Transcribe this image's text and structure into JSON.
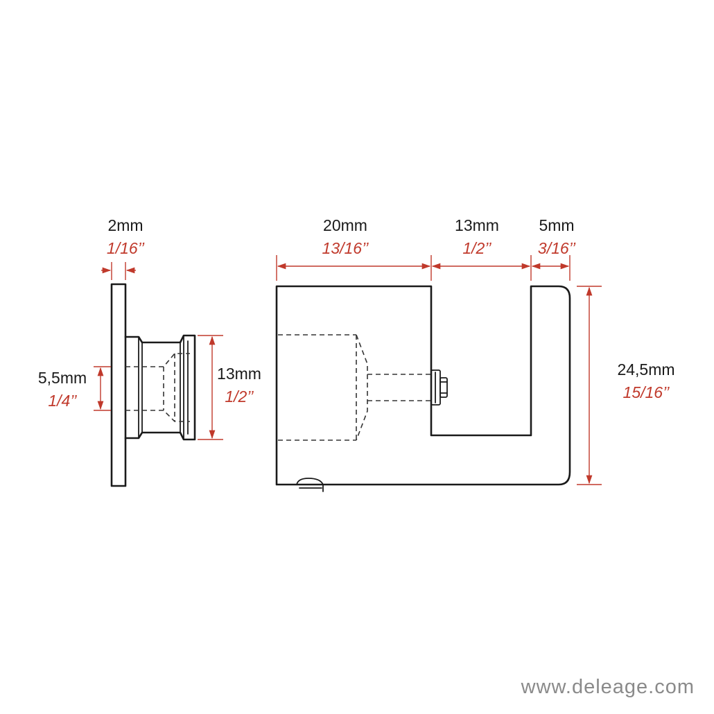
{
  "dimensions": {
    "flange_thickness": {
      "mm": "2mm",
      "inch": "1/16’’"
    },
    "boss_inner": {
      "mm": "5,5mm",
      "inch": "1/4’’"
    },
    "boss_outer": {
      "mm": "13mm",
      "inch": "1/2’’"
    },
    "body_length": {
      "mm": "20mm",
      "inch": "13/16’’"
    },
    "gap_width": {
      "mm": "13mm",
      "inch": "1/2’’"
    },
    "lip_width": {
      "mm": "5mm",
      "inch": "3/16’’"
    },
    "total_height": {
      "mm": "24,5mm",
      "inch": "15/16’’"
    }
  },
  "brand": {
    "website": "www.deleage.com"
  },
  "colors": {
    "outline": "#1a1a1a",
    "dimension": "#c0392b",
    "brand_text": "#8a8a8a"
  }
}
